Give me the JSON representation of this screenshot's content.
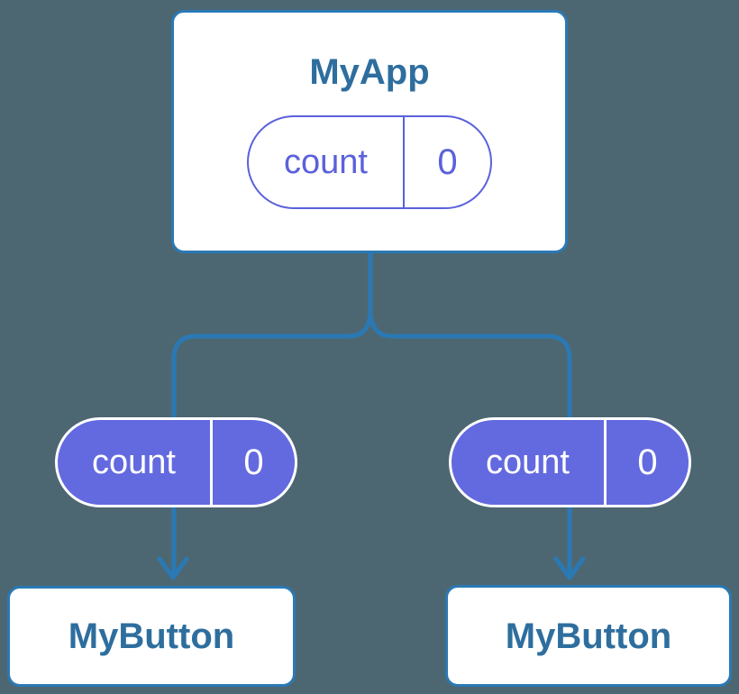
{
  "colors": {
    "background": "#4D6772",
    "connector_blue": "#2A79B5",
    "card_background": "#FFFFFF",
    "card_border_blue": "#2A79B5",
    "heading_text_blue": "#2E6E9E",
    "state_pill_fill_purple": "#636ADF",
    "state_pill_outline_purple": "#5B61DB",
    "state_pill_text_on_fill": "#FFFFFF"
  },
  "diagram": {
    "root": {
      "title": "MyApp",
      "state": {
        "name": "count",
        "value": "0"
      }
    },
    "children": [
      {
        "title": "MyButton",
        "prop": {
          "name": "count",
          "value": "0"
        }
      },
      {
        "title": "MyButton",
        "prop": {
          "name": "count",
          "value": "0"
        }
      }
    ]
  }
}
